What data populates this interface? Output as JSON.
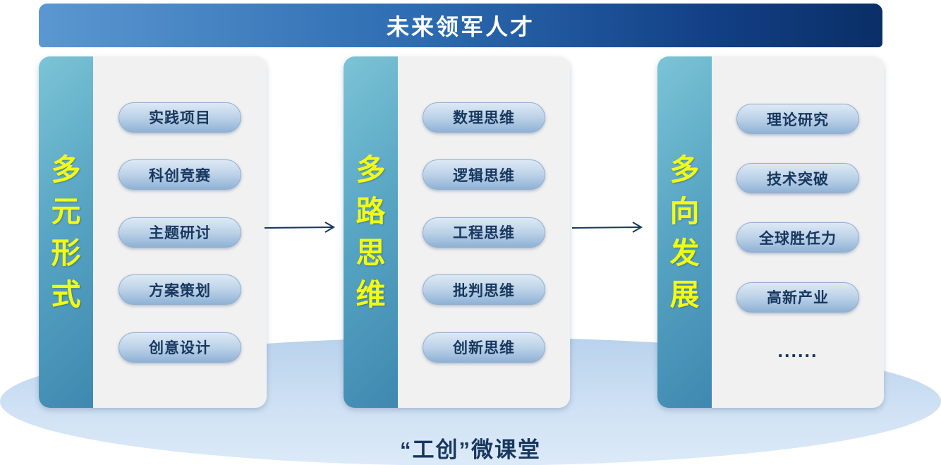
{
  "banner": {
    "title": "未来领军人才"
  },
  "footer": {
    "title": "“工创”微课堂"
  },
  "columns": [
    {
      "label": "多元形式",
      "chars": [
        "多",
        "元",
        "形",
        "式"
      ],
      "items": [
        "实践项目",
        "科创竞赛",
        "主题研讨",
        "方案策划",
        "创意设计"
      ]
    },
    {
      "label": "多路思维",
      "chars": [
        "多",
        "路",
        "思",
        "维"
      ],
      "items": [
        "数理思维",
        "逻辑思维",
        "工程思维",
        "批判思维",
        "创新思维"
      ]
    },
    {
      "label": "多向发展",
      "chars": [
        "多",
        "向",
        "发",
        "展"
      ],
      "items": [
        "理论研究",
        "技术突破",
        "全球胜任力",
        "高新产业"
      ],
      "more": "......"
    }
  ],
  "colors": {
    "banner_gradient_start": "#5b97d0",
    "banner_gradient_end": "#0a2f66",
    "strip_gradient_start": "#7cc4d6",
    "strip_gradient_end": "#3f88b0",
    "vertical_label_text": "#f2fb12",
    "panel_background": "#f1f1f2",
    "pill_gradient_start": "#dde9f5",
    "pill_gradient_end": "#8fb2d6",
    "pill_text": "#17375e",
    "arrow_color": "#17375e",
    "ellipse_background": "#c5d9f0",
    "footer_text": "#17375e",
    "banner_text": "#ffffff"
  }
}
